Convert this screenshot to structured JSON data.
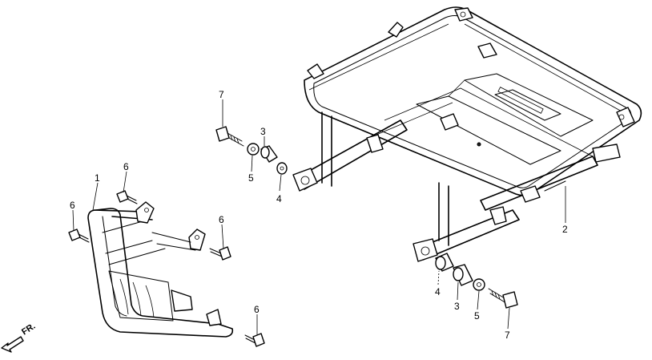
{
  "direction_label": "FR.",
  "callouts": {
    "c1": "1",
    "c2": "2",
    "c3_upper": "3",
    "c3_lower": "3",
    "c4_upper": "4",
    "c4_lower": "4",
    "c5_upper": "5",
    "c5_lower": "5",
    "c6_top": "6",
    "c6_left": "6",
    "c6_mid": "6",
    "c6_bottom": "6",
    "c7_upper": "7",
    "c7_lower": "7"
  }
}
